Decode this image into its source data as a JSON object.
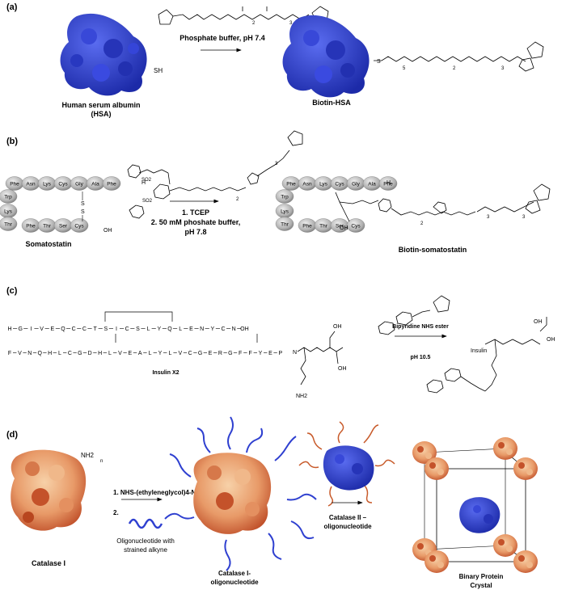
{
  "panels": {
    "a": {
      "label": "(a)",
      "protein": "Human serum albumin",
      "protein_abbrev": "(HSA)",
      "sh": "SH",
      "condition": "Phosphate buffer, pH 7.4",
      "product": "Biotin-HSA",
      "linker_sub2": "2",
      "linker_sub3": "3",
      "linker_sub5": "5"
    },
    "b": {
      "label": "(b)",
      "residues": [
        "Phe",
        "Asn",
        "Lys",
        "Cys",
        "Gly",
        "Ala",
        "Phe",
        "Trp",
        "Lys",
        "Thr",
        "Phe",
        "Thr",
        "Ser",
        "Cys"
      ],
      "term_h": "H",
      "term_oh": "OH",
      "s": "S",
      "so2": "SO2",
      "sub2": "2",
      "sub3": "3",
      "step1": "1. TCEP",
      "step2": "2. 50 mM phoshate buffer,",
      "step2b": "pH 7.8",
      "substrate": "Somatostatin",
      "product": "Biotin-somatostatin"
    },
    "c": {
      "label": "(c)",
      "chain_a": [
        "H",
        "G",
        "I",
        "V",
        "E",
        "Q",
        "C",
        "C",
        "T",
        "S",
        "I",
        "C",
        "S",
        "L",
        "Y",
        "Q",
        "L",
        "E",
        "N",
        "Y",
        "C",
        "N",
        "OH"
      ],
      "chain_b": [
        "F",
        "V",
        "N",
        "Q",
        "H",
        "L",
        "C",
        "G",
        "D",
        "H",
        "L",
        "V",
        "E",
        "A",
        "L",
        "Y",
        "L",
        "V",
        "C",
        "G",
        "E",
        "R",
        "G",
        "F",
        "F",
        "Y",
        "E",
        "P"
      ],
      "insulin_label": "Insulin X2",
      "reagent": "Bipyridine NHS ester",
      "condition": "pH 10.5",
      "nh2": "NH2",
      "nh": "N",
      "oh": "OH",
      "insulin_product": "Insulin"
    },
    "d": {
      "label": "(d)",
      "nh2n": "NH2",
      "n": "n",
      "step1": "1. NHS-(ethyleneglycol)4-N3",
      "step2": "2.",
      "alkyne": "Oligonucleotide with",
      "alkyne2": "strained alkyne",
      "catalase1": "Catalase I",
      "catalase1_oligo": "Catalase I-",
      "catalase1_oligo2": "oligonucleotide",
      "catalase2": "Catalase II –",
      "catalase2b": "oligonucleotide",
      "crystal": "Binary Protein",
      "crystal2": "Crystal"
    }
  },
  "colors": {
    "protein_blue": "#2f3fcf",
    "bead_gray": "#b8b8b8",
    "catalase_orange": "#e8956a",
    "oligo_blue": "#2f40d0",
    "oligo_orange": "#c85a2a"
  }
}
